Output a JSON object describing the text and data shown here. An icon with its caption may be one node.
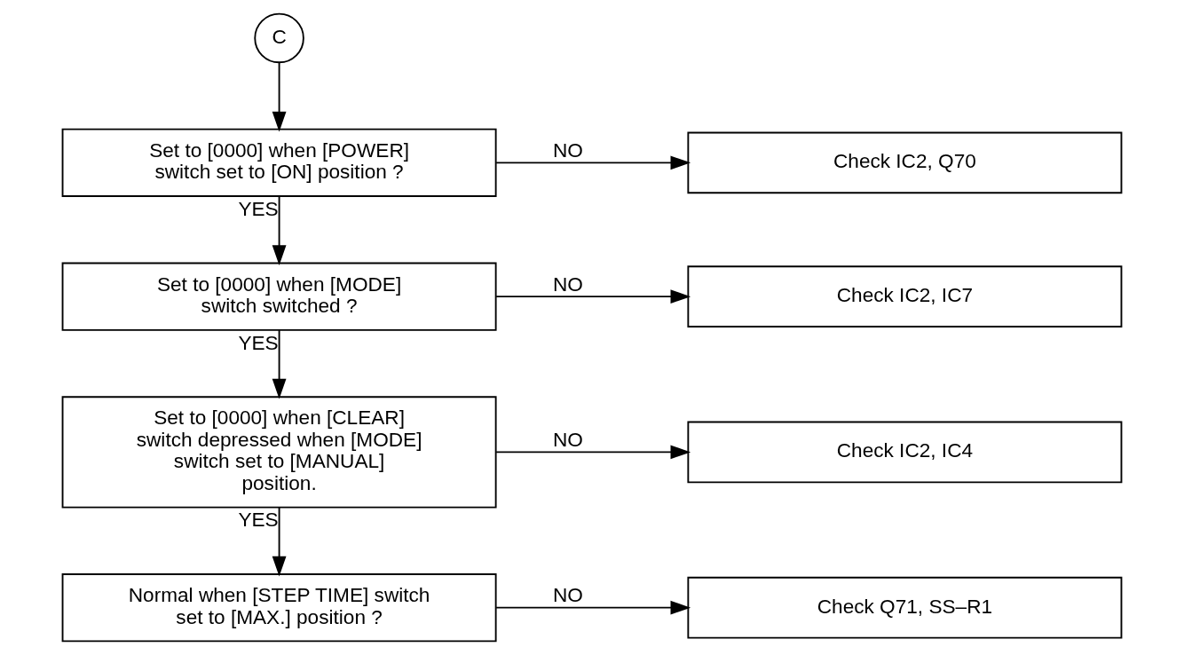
{
  "diagram": {
    "nodes": [
      {
        "text": [
          "C"
        ]
      },
      {
        "text": [
          "Set to [0000] when [POWER] switch set to [ON] position ?"
        ]
      },
      {
        "text": [
          "Check IC2, Q70"
        ]
      },
      {
        "text": [
          "Set to [0000] when [MODE] switch switched ?"
        ]
      },
      {
        "text": [
          "Check IC2, IC7"
        ]
      },
      {
        "text": [
          "Set to [0000] when [CLEAR] switch depressed when [MODE] switch set to [MANUAL] position."
        ]
      },
      {
        "text": [
          "Check IC2, IC4"
        ]
      },
      {
        "text": [
          "Normal when [STEP TIME] switch set to [MAX.] position ?"
        ]
      },
      {
        "text": [
          "Check Q71, SS–R1"
        ]
      }
    ],
    "edges": [
      {
        "from": 0,
        "to": 1,
        "arrow": "to"
      },
      {
        "from": 1,
        "to": 2,
        "arrow": "to",
        "label": "NO"
      },
      {
        "from": 1,
        "to": 3,
        "arrow": "to",
        "label": "YES"
      },
      {
        "from": 3,
        "to": 4,
        "arrow": "to",
        "label": "NO"
      },
      {
        "from": 3,
        "to": 5,
        "arrow": "to",
        "label": "YES"
      },
      {
        "from": 5,
        "to": 6,
        "arrow": "to",
        "label": "NO"
      },
      {
        "from": 5,
        "to": 7,
        "arrow": "to",
        "label": "YES"
      },
      {
        "from": 7,
        "to": 8,
        "arrow": "to",
        "label": "NO"
      }
    ]
  }
}
